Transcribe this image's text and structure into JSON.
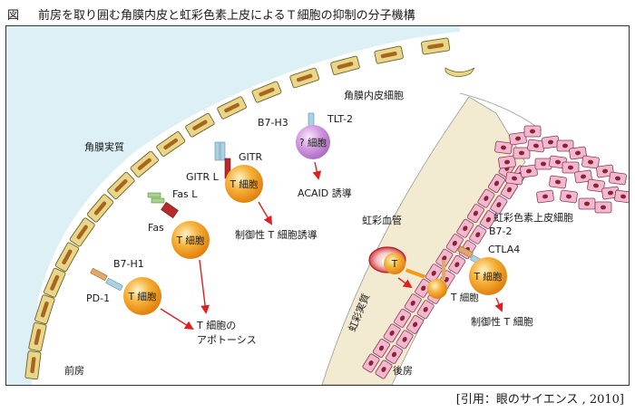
{
  "header": {
    "fig_label": "図",
    "title": "前房を取り囲む角膜内皮と虹彩色素上皮によるＴ細胞の抑制の分子機構"
  },
  "labels": {
    "corneal_endothelium": "角膜内皮細胞",
    "corneal_stroma": "角膜実質",
    "anterior_chamber": "前房",
    "posterior_chamber": "後房",
    "iris_stroma": "虹彩実質",
    "iris_vessel": "虹彩血管",
    "iris_pigment_epithelium": "虹彩色素上皮細胞"
  },
  "molecules": {
    "b7h3": "B7-H3",
    "tlt2": "TLT-2",
    "gitr": "GITR",
    "gitrl": "GITR L",
    "fasl": "Fas L",
    "fas": "Fas",
    "b7h1": "B7-H1",
    "pd1": "PD-1",
    "b72": "B7-2",
    "ctla4": "CTLA4"
  },
  "cells": {
    "unknown_cell": "? 細胞",
    "t_cell": "T 細胞",
    "t_short": "T"
  },
  "outcomes": {
    "acaid": "ACAID 誘導",
    "treg_induction": "制御性 T 細胞誘導",
    "apoptosis_1": "T 細胞の",
    "apoptosis_2": "アポトーシス",
    "treg": "制御性 T 細胞"
  },
  "citation": "[引用：眼のサイエンス , 2010]",
  "colors": {
    "cornea_fill": "#dcf0f6",
    "endothelium_fill": "#e8d68a",
    "endothelium_nucleus": "#a8651e",
    "tcell": "#f39a18",
    "unknown_cell": "#c78ad8",
    "iris_stroma": "#f3ead2",
    "pigment_cell": "#f2b8cf",
    "pigment_nucleus": "#8a2432",
    "arrow": "#e02020"
  }
}
